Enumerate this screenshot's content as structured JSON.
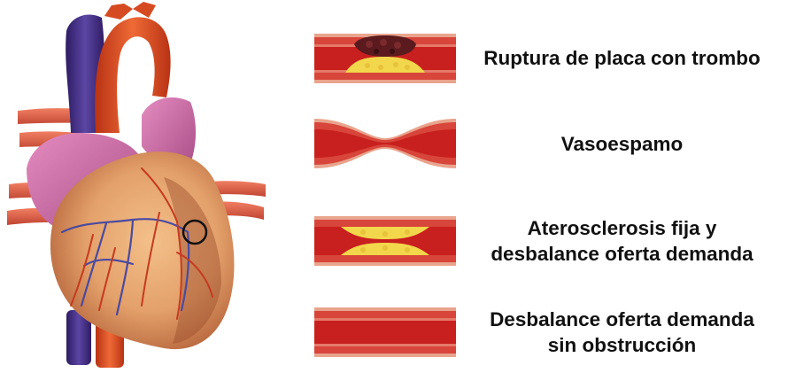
{
  "panels": [
    {
      "id": "plaque-rupture",
      "lines": [
        "Ruptura de placa con trombo"
      ]
    },
    {
      "id": "vasospasm",
      "lines": [
        "Vasoespamo"
      ]
    },
    {
      "id": "fixed-atherosclerosis",
      "lines": [
        "Aterosclerosis fija y",
        "desbalance oferta demanda"
      ]
    },
    {
      "id": "no-obstruction",
      "lines": [
        "Desbalance oferta demanda",
        "sin obstrucción"
      ]
    }
  ],
  "colors": {
    "vessel_wall": "#d8453a",
    "vessel_lumen": "#c8201e",
    "vessel_edge": "#f1a08a",
    "plaque": "#f2d64b",
    "thrombus": "#5a1a1e",
    "aorta": "#e2552a",
    "vena_cava": "#4a2f86",
    "myocardium": "#e6a770",
    "atrium": "#c86ea6",
    "coronary_vein": "#4a4aa0",
    "coronary_artery": "#c53a20"
  },
  "heart": {
    "circle_marker": true
  }
}
